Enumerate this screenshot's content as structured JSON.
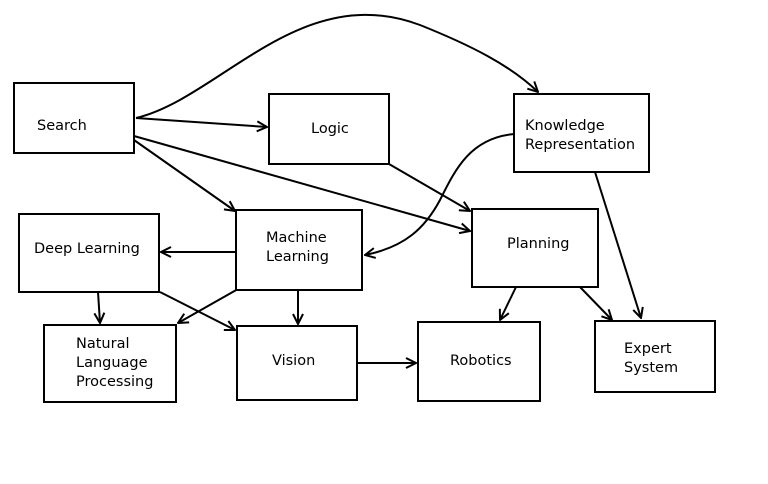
{
  "diagram": {
    "colors": {
      "line": "#000000",
      "box_fill": "#ffffff",
      "background": "#ffffff"
    },
    "nodes": [
      {
        "id": "search",
        "lines": [
          "Search"
        ]
      },
      {
        "id": "logic",
        "lines": [
          "Logic"
        ]
      },
      {
        "id": "knowledge",
        "lines": [
          "Knowledge",
          "Representation"
        ]
      },
      {
        "id": "deep",
        "lines": [
          "Deep Learning"
        ]
      },
      {
        "id": "ml",
        "lines": [
          "Machine",
          "Learning"
        ]
      },
      {
        "id": "planning",
        "lines": [
          "Planning"
        ]
      },
      {
        "id": "nlp",
        "lines": [
          "Natural",
          "Language",
          "Processing"
        ]
      },
      {
        "id": "vision",
        "lines": [
          "Vision"
        ]
      },
      {
        "id": "robotics",
        "lines": [
          "Robotics"
        ]
      },
      {
        "id": "expert",
        "lines": [
          "Expert",
          "System"
        ]
      }
    ],
    "edges": [
      {
        "from": "search",
        "to": "knowledge"
      },
      {
        "from": "search",
        "to": "logic"
      },
      {
        "from": "search",
        "to": "ml"
      },
      {
        "from": "search",
        "to": "planning"
      },
      {
        "from": "logic",
        "to": "planning"
      },
      {
        "from": "knowledge",
        "to": "ml"
      },
      {
        "from": "knowledge",
        "to": "expert"
      },
      {
        "from": "ml",
        "to": "deep"
      },
      {
        "from": "ml",
        "to": "vision"
      },
      {
        "from": "ml",
        "to": "nlp"
      },
      {
        "from": "deep",
        "to": "nlp"
      },
      {
        "from": "deep",
        "to": "vision"
      },
      {
        "from": "planning",
        "to": "robotics"
      },
      {
        "from": "planning",
        "to": "expert"
      },
      {
        "from": "vision",
        "to": "robotics"
      }
    ]
  }
}
